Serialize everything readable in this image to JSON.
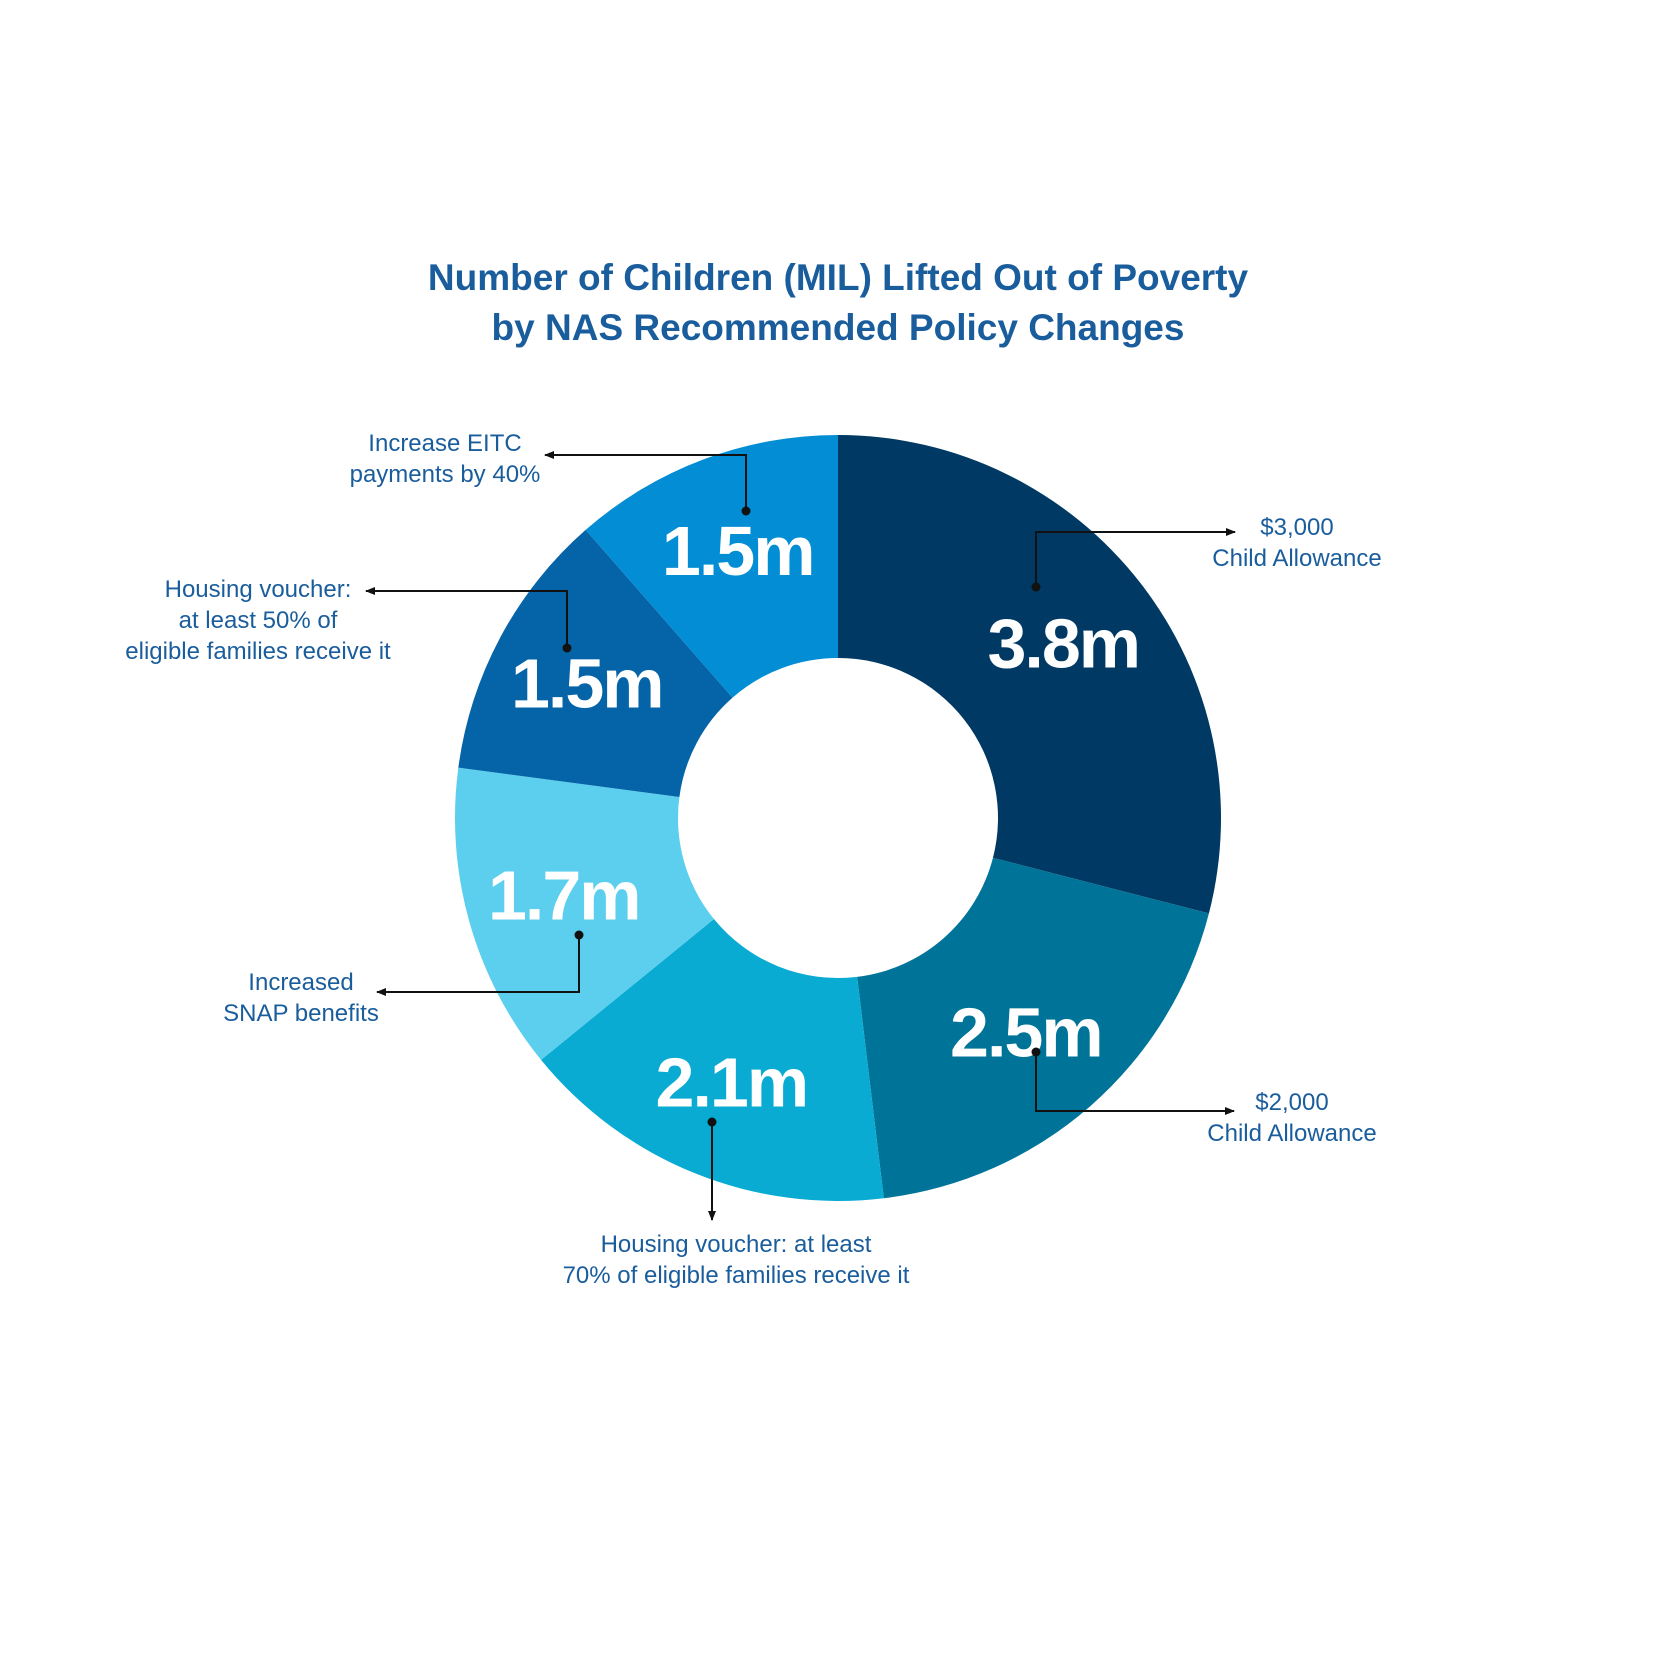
{
  "chart_data": {
    "type": "pie",
    "title": [
      "Number of Children (MIL) Lifted Out of Poverty",
      "by NAS Recommended Policy Changes"
    ],
    "slices": [
      {
        "name": [
          "$3,000",
          "Child Allowance"
        ],
        "value": 3.8,
        "display": "3.8m",
        "color": "#003963"
      },
      {
        "name": [
          "$2,000",
          "Child Allowance"
        ],
        "value": 2.5,
        "display": "2.5m",
        "color": "#007399"
      },
      {
        "name": [
          "Housing voucher: at least",
          "70% of eligible families receive it"
        ],
        "value": 2.1,
        "display": "2.1m",
        "color": "#0aabd2"
      },
      {
        "name": [
          "Increased",
          "SNAP benefits"
        ],
        "value": 1.7,
        "display": "1.7m",
        "color": "#5ccfee"
      },
      {
        "name": [
          "Housing voucher:",
          "at least 50% of",
          "eligible families receive it"
        ],
        "value": 1.5,
        "display": "1.5m",
        "color": "#0563a8"
      },
      {
        "name": [
          "Increase EITC",
          "payments by 40%"
        ],
        "value": 1.5,
        "display": "1.5m",
        "color": "#038dd5"
      }
    ],
    "start": "12 o'clock",
    "direction": "clockwise",
    "legend": "none"
  }
}
